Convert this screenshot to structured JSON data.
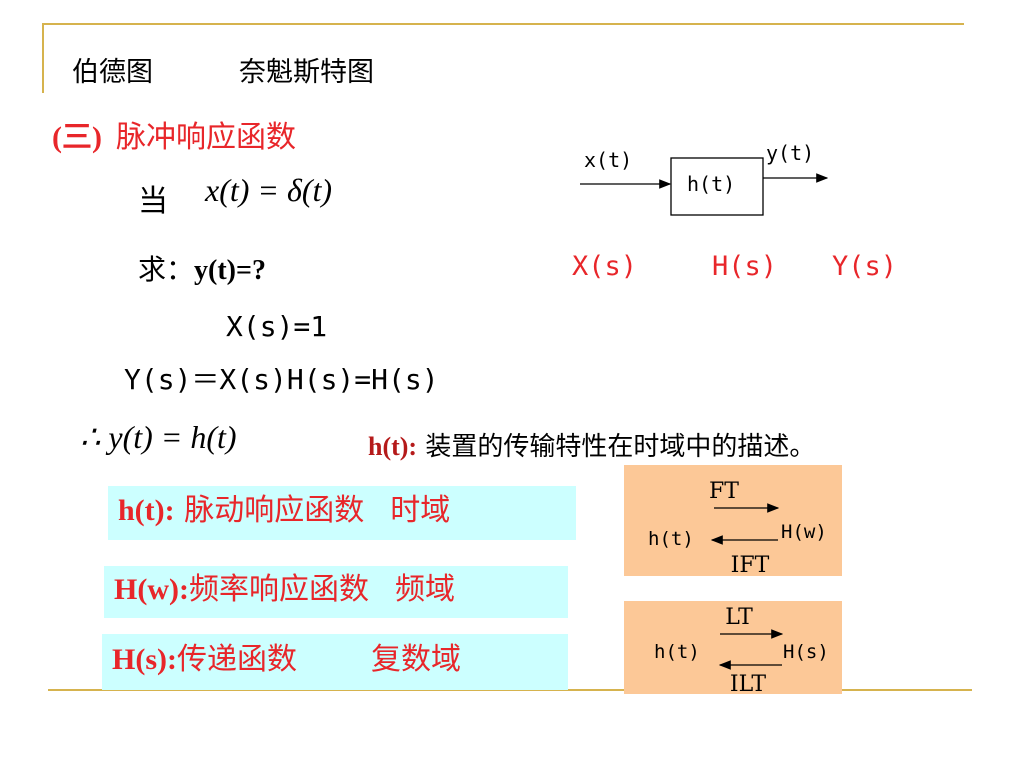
{
  "heading": {
    "bode": "伯德图",
    "nyquist": "奈魁斯特图"
  },
  "section": {
    "number": "(三)",
    "title": "脉冲响应函数"
  },
  "given": {
    "word": "当",
    "formula": "x(t) = δ(t)"
  },
  "ask": {
    "word": "求：",
    "value": "y(t)=?"
  },
  "solution": {
    "xs": "X(s)=1",
    "ys": "Y(s)＝X(s)H(s)=H(s)"
  },
  "conclusion": "∴ y(t) = h(t)",
  "description": {
    "key": "h(t):",
    "text": " 装置的传输特性在时域中的描述。"
  },
  "block": {
    "input": "x(t)",
    "system": "h(t)",
    "output": "y(t)",
    "laplace_x": "X(s)",
    "laplace_h": "H(s)",
    "laplace_y": "Y(s)"
  },
  "defs": [
    {
      "key": "h(t):",
      "text": " 脉动响应函数",
      "domain": "时域"
    },
    {
      "key": "H(w):",
      "text": "频率响应函数",
      "domain": "频域"
    },
    {
      "key": "H(s):",
      "text": "传递函数",
      "domain": "复数域"
    }
  ],
  "transforms": [
    {
      "left": "h(t)",
      "right": "H(w)",
      "forward": "FT",
      "inverse": "IFT"
    },
    {
      "left": "h(t)",
      "right": "H(s)",
      "forward": "LT",
      "inverse": "ILT"
    }
  ],
  "colors": {
    "accent_red": "#e8262a",
    "line_gold": "#d6b34e",
    "cyan_box": "#ccffff",
    "orange_box": "#fcc897"
  }
}
